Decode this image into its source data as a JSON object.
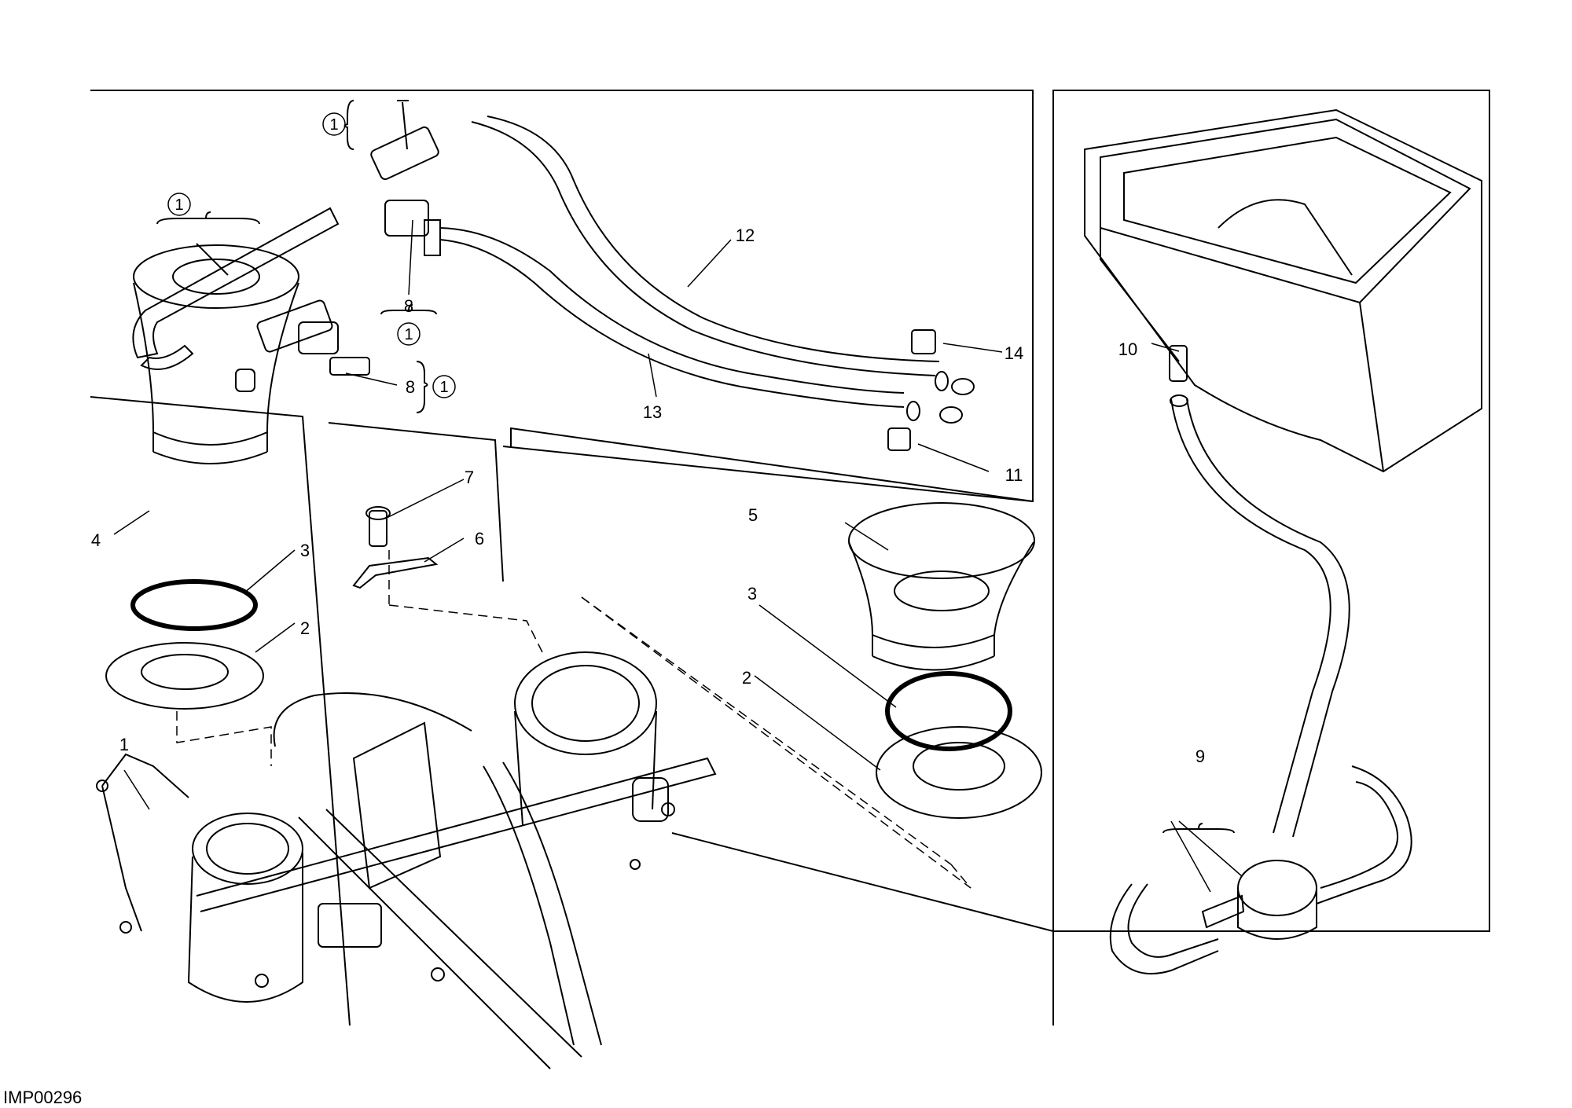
{
  "callouts": {
    "c1": "1",
    "c2a": "2",
    "c2b": "2",
    "c3a": "3",
    "c3b": "3",
    "c4": "4",
    "c5": "5",
    "c6": "6",
    "c7": "7",
    "c8a": "8",
    "c8b": "8",
    "c9": "9",
    "c10": "10",
    "c11": "11",
    "c12": "12",
    "c13": "13",
    "c14": "14"
  },
  "circled_note": "1",
  "drawing_code": "IMP00296",
  "colors": {
    "line": "#000000",
    "background": "#ffffff"
  }
}
